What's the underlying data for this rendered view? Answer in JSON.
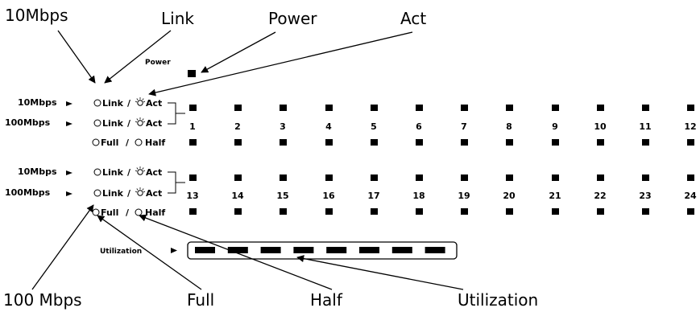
{
  "callouts": {
    "mbps10": "10Mbps",
    "link": "Link",
    "power": "Power",
    "act": "Act",
    "mbps100": "100 Mbps",
    "full": "Full",
    "half": "Half",
    "utilization": "Utilization"
  },
  "panel": {
    "power_label": "Power",
    "speed10": "10Mbps",
    "speed100": "100Mbps",
    "link": "Link",
    "act": "Act",
    "full": "Full",
    "half": "Half",
    "utilization_label": "Utilization",
    "ports_top": [
      "1",
      "2",
      "3",
      "4",
      "5",
      "6",
      "7",
      "8",
      "9",
      "10",
      "11",
      "12"
    ],
    "ports_bottom": [
      "13",
      "14",
      "15",
      "16",
      "17",
      "18",
      "19",
      "20",
      "21",
      "22",
      "23",
      "24"
    ],
    "utilization_segments": 8
  }
}
